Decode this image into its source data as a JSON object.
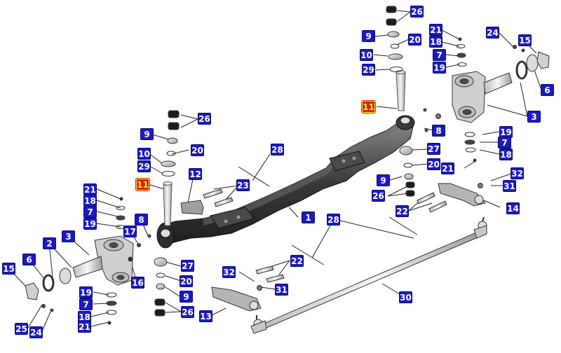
{
  "colors": {
    "callout_bg": "#1b1bbf",
    "callout_text": "#ffffff",
    "highlight_bg": "#d91e0c",
    "highlight_text": "#fff43a",
    "leader_line": "#222222",
    "part_fill": "#d9d9d9",
    "part_dark": "#2a2a2a"
  },
  "callouts": [
    {
      "label": "26",
      "highlight": false
    },
    {
      "label": "9",
      "highlight": false
    },
    {
      "label": "20",
      "highlight": false
    },
    {
      "label": "21",
      "highlight": false
    },
    {
      "label": "18",
      "highlight": false
    },
    {
      "label": "24",
      "highlight": false
    },
    {
      "label": "15",
      "highlight": false
    },
    {
      "label": "10",
      "highlight": false
    },
    {
      "label": "7",
      "highlight": false
    },
    {
      "label": "29",
      "highlight": false
    },
    {
      "label": "19",
      "highlight": false
    },
    {
      "label": "6",
      "highlight": false
    },
    {
      "label": "11",
      "highlight": true
    },
    {
      "label": "3",
      "highlight": false
    },
    {
      "label": "26",
      "highlight": false
    },
    {
      "label": "8",
      "highlight": false
    },
    {
      "label": "9",
      "highlight": false
    },
    {
      "label": "19",
      "highlight": false
    },
    {
      "label": "7",
      "highlight": false
    },
    {
      "label": "28",
      "highlight": false
    },
    {
      "label": "10",
      "highlight": false
    },
    {
      "label": "20",
      "highlight": false
    },
    {
      "label": "27",
      "highlight": false
    },
    {
      "label": "18",
      "highlight": false
    },
    {
      "label": "29",
      "highlight": false
    },
    {
      "label": "20",
      "highlight": false
    },
    {
      "label": "21",
      "highlight": false
    },
    {
      "label": "12",
      "highlight": false
    },
    {
      "label": "32",
      "highlight": false
    },
    {
      "label": "9",
      "highlight": false
    },
    {
      "label": "11",
      "highlight": true
    },
    {
      "label": "23",
      "highlight": false
    },
    {
      "label": "31",
      "highlight": false
    },
    {
      "label": "26",
      "highlight": false
    },
    {
      "label": "21",
      "highlight": false
    },
    {
      "label": "18",
      "highlight": false
    },
    {
      "label": "22",
      "highlight": false
    },
    {
      "label": "14",
      "highlight": false
    },
    {
      "label": "7",
      "highlight": false
    },
    {
      "label": "1",
      "highlight": false
    },
    {
      "label": "8",
      "highlight": false
    },
    {
      "label": "19",
      "highlight": false
    },
    {
      "label": "28",
      "highlight": false
    },
    {
      "label": "17",
      "highlight": false
    },
    {
      "label": "2",
      "highlight": false
    },
    {
      "label": "3",
      "highlight": false
    },
    {
      "label": "6",
      "highlight": false
    },
    {
      "label": "27",
      "highlight": false
    },
    {
      "label": "15",
      "highlight": false
    },
    {
      "label": "16",
      "highlight": false
    },
    {
      "label": "32",
      "highlight": false
    },
    {
      "label": "22",
      "highlight": false
    },
    {
      "label": "20",
      "highlight": false
    },
    {
      "label": "31",
      "highlight": false
    },
    {
      "label": "19",
      "highlight": false
    },
    {
      "label": "9",
      "highlight": false
    },
    {
      "label": "30",
      "highlight": false
    },
    {
      "label": "7",
      "highlight": false
    },
    {
      "label": "26",
      "highlight": false
    },
    {
      "label": "18",
      "highlight": false
    },
    {
      "label": "13",
      "highlight": false
    },
    {
      "label": "21",
      "highlight": false
    },
    {
      "label": "25",
      "highlight": false
    },
    {
      "label": "24",
      "highlight": false
    }
  ]
}
